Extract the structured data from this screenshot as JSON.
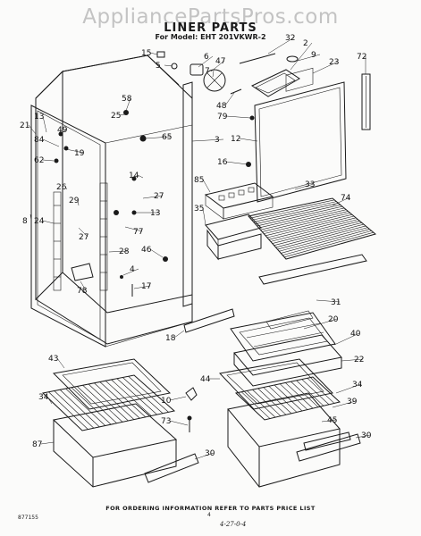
{
  "watermark": "AppliancePartsPros.com",
  "header": {
    "title": "LINER PARTS",
    "model_line": "For Model: EHT 201VKWR-2"
  },
  "footer": {
    "note": "FOR ORDERING INFORMATION REFER TO PARTS PRICE LIST",
    "figure_code": "877155",
    "page_number": "4",
    "handwritten": "4-27-0-4"
  },
  "callouts": [
    "15",
    "5",
    "6",
    "47",
    "7",
    "32",
    "2",
    "9",
    "23",
    "72",
    "48",
    "79",
    "12",
    "58",
    "25",
    "3",
    "65",
    "21",
    "13",
    "49",
    "84",
    "62",
    "19",
    "16",
    "85",
    "33",
    "74",
    "35",
    "14",
    "27",
    "26",
    "29",
    "24",
    "8",
    "77",
    "13",
    "27",
    "28",
    "46",
    "4",
    "78",
    "17",
    "31",
    "18",
    "20",
    "40",
    "22",
    "43",
    "44",
    "34",
    "10",
    "39",
    "34",
    "73",
    "45",
    "87",
    "30",
    "30"
  ]
}
